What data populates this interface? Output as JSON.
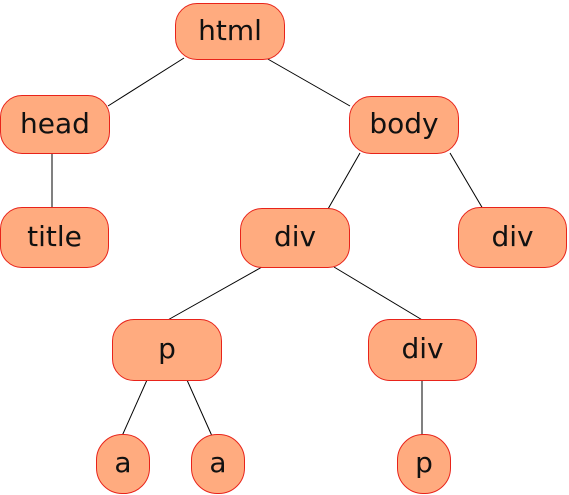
{
  "tree": {
    "nodes": [
      {
        "id": "html",
        "label": "html"
      },
      {
        "id": "head",
        "label": "head"
      },
      {
        "id": "body",
        "label": "body"
      },
      {
        "id": "title",
        "label": "title"
      },
      {
        "id": "div1",
        "label": "div"
      },
      {
        "id": "div2",
        "label": "div"
      },
      {
        "id": "p1",
        "label": "p"
      },
      {
        "id": "div3",
        "label": "div"
      },
      {
        "id": "a1",
        "label": "a"
      },
      {
        "id": "a2",
        "label": "a"
      },
      {
        "id": "p2",
        "label": "p"
      }
    ],
    "edges": [
      {
        "from": "html",
        "to": "head"
      },
      {
        "from": "html",
        "to": "body"
      },
      {
        "from": "head",
        "to": "title"
      },
      {
        "from": "body",
        "to": "div1"
      },
      {
        "from": "body",
        "to": "div2"
      },
      {
        "from": "div1",
        "to": "p1"
      },
      {
        "from": "div1",
        "to": "div3"
      },
      {
        "from": "p1",
        "to": "a1"
      },
      {
        "from": "p1",
        "to": "a2"
      },
      {
        "from": "div3",
        "to": "p2"
      }
    ]
  },
  "colors": {
    "node_fill": "#ffab7f",
    "node_border": "#e8231a",
    "edge": "#000000",
    "text": "#111111"
  }
}
